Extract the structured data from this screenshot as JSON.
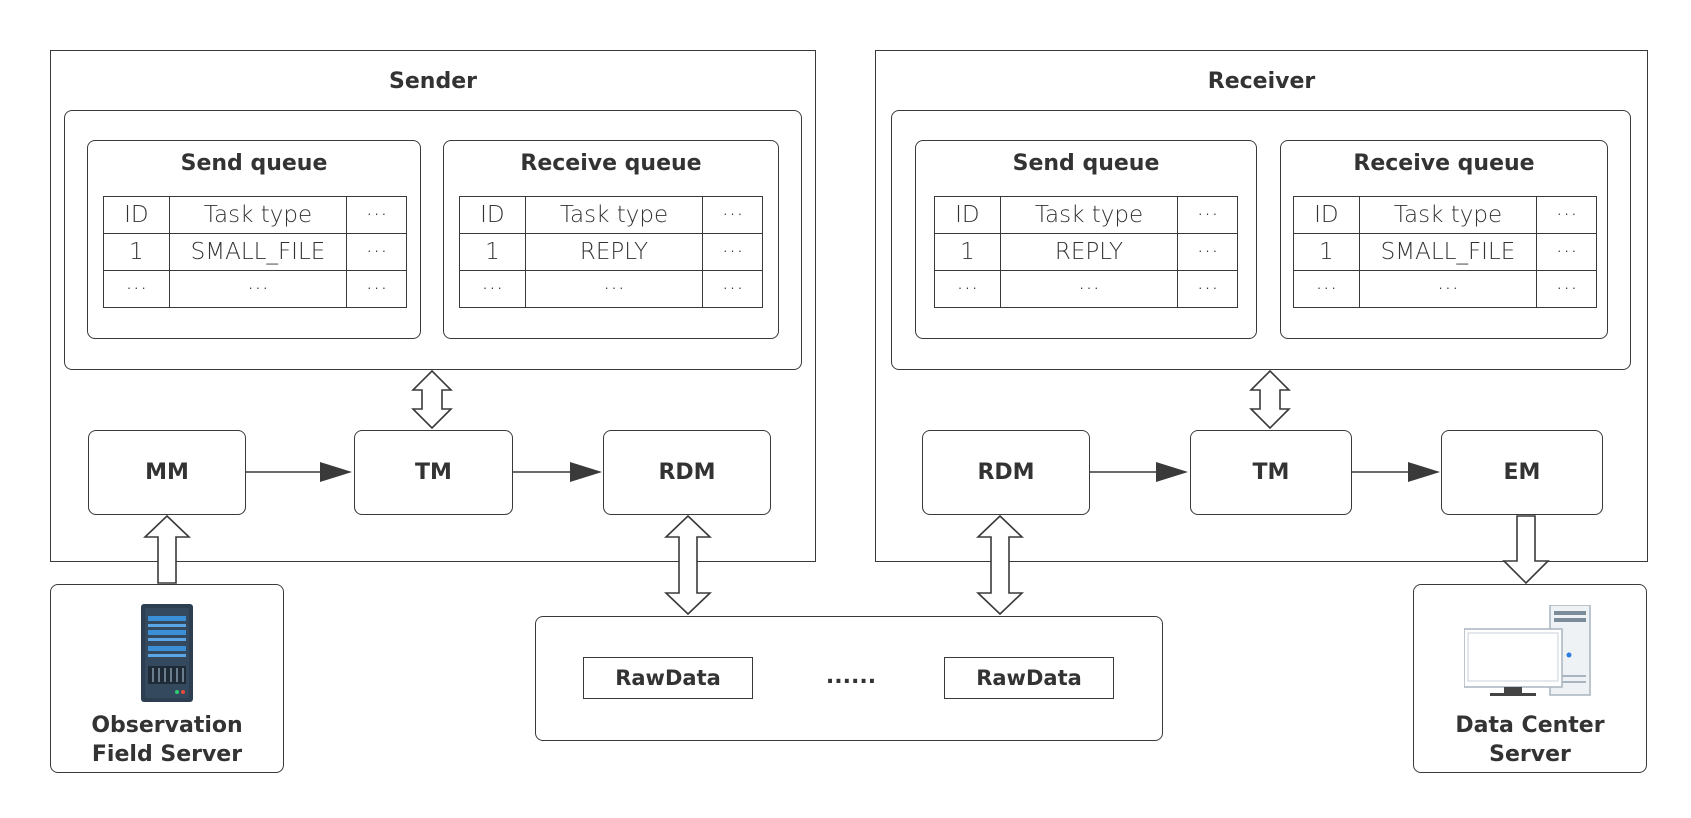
{
  "sender": {
    "title": "Sender",
    "send_queue": {
      "title": "Send queue",
      "header": [
        "ID",
        "Task type",
        "···"
      ],
      "rows": [
        [
          "1",
          "SMALL_FILE",
          "···"
        ],
        [
          "···",
          "···",
          "···"
        ]
      ]
    },
    "receive_queue": {
      "title": "Receive queue",
      "header": [
        "ID",
        "Task type",
        "···"
      ],
      "rows": [
        [
          "1",
          "REPLY",
          "···"
        ],
        [
          "···",
          "···",
          "···"
        ]
      ]
    },
    "modules": [
      "MM",
      "TM",
      "RDM"
    ]
  },
  "receiver": {
    "title": "Receiver",
    "send_queue": {
      "title": "Send queue",
      "header": [
        "ID",
        "Task type",
        "···"
      ],
      "rows": [
        [
          "1",
          "REPLY",
          "···"
        ],
        [
          "···",
          "···",
          "···"
        ]
      ]
    },
    "receive_queue": {
      "title": "Receive queue",
      "header": [
        "ID",
        "Task type",
        "···"
      ],
      "rows": [
        [
          "1",
          "SMALL_FILE",
          "···"
        ],
        [
          "···",
          "···",
          "···"
        ]
      ]
    },
    "modules": [
      "RDM",
      "TM",
      "EM"
    ]
  },
  "storage": {
    "items": [
      "RawData",
      "......",
      "RawData"
    ]
  },
  "observation_server": {
    "label_line1": "Observation",
    "label_line2": "Field Server",
    "icon": "server-rack-icon"
  },
  "data_center_server": {
    "label_line1": "Data Center",
    "label_line2": "Server",
    "icon": "desktop-computer-icon"
  }
}
